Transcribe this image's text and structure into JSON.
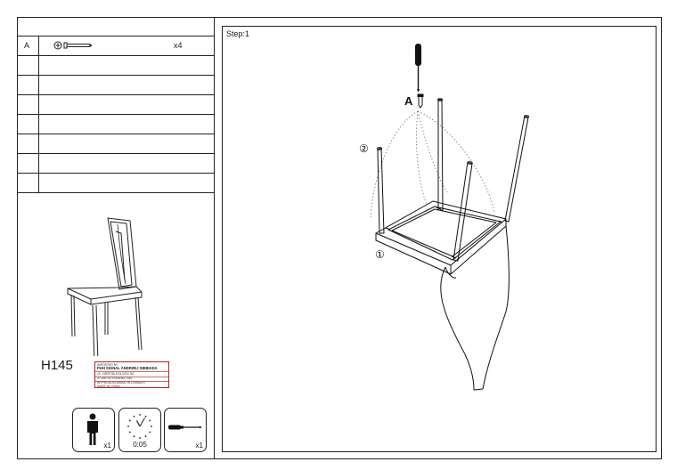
{
  "parts_list": {
    "rows": [
      {
        "code": "A",
        "quantity": "x4"
      },
      {
        "code": "",
        "quantity": ""
      },
      {
        "code": "",
        "quantity": ""
      },
      {
        "code": "",
        "quantity": ""
      },
      {
        "code": "",
        "quantity": ""
      },
      {
        "code": "",
        "quantity": ""
      },
      {
        "code": "",
        "quantity": ""
      },
      {
        "code": "",
        "quantity": ""
      }
    ]
  },
  "product": {
    "model": "H145",
    "importer_label": {
      "heading": "IMPORTED BY:",
      "company": "PUH SIGNAL ANDRZEJ SIEBIADA",
      "lines": [
        "UL. NIEPODLEGŁOŚCI 5D",
        "27-400 OSTROWIEC ŚW.",
        "WYPRODUKOWANO W CHINACH",
        "MADE IN CHINA"
      ]
    }
  },
  "info": {
    "persons": "x1",
    "time": "0:05",
    "tools": "x1"
  },
  "step": {
    "label": "Step:1",
    "part_label": "A",
    "callout_1": "①",
    "callout_2": "②"
  },
  "colors": {
    "line": "#222222",
    "label_border": "#b42020"
  },
  "icons": [
    "screw-icon",
    "person-icon",
    "clock-icon",
    "screwdriver-icon"
  ]
}
